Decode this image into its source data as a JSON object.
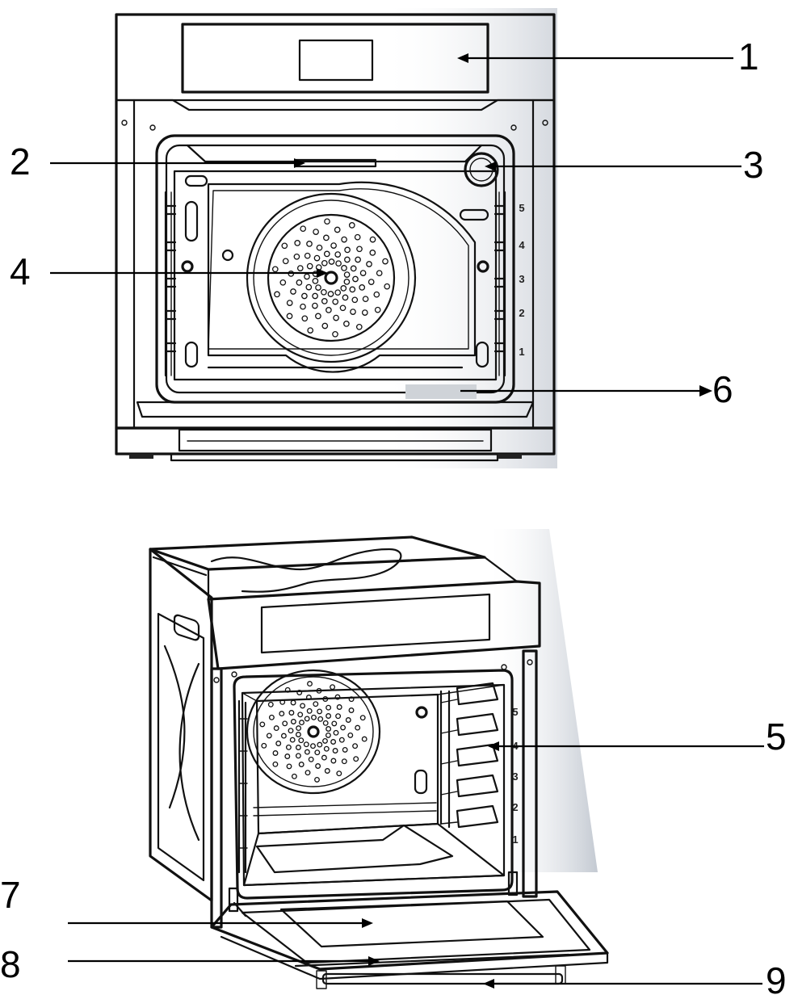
{
  "callouts": [
    {
      "id": "1",
      "label": "1"
    },
    {
      "id": "2",
      "label": "2"
    },
    {
      "id": "3",
      "label": "3"
    },
    {
      "id": "4",
      "label": "4"
    },
    {
      "id": "5",
      "label": "5"
    },
    {
      "id": "6",
      "label": "6"
    },
    {
      "id": "7",
      "label": "7"
    },
    {
      "id": "8",
      "label": "8"
    },
    {
      "id": "9",
      "label": "9"
    }
  ],
  "rack_levels_front": [
    "5",
    "4",
    "3",
    "2",
    "1"
  ],
  "rack_levels_side": [
    "5",
    "4",
    "3",
    "2",
    "1"
  ],
  "colors": {
    "line": "#111111",
    "shade": "#d9dde3",
    "panel": "#eef0f3"
  }
}
